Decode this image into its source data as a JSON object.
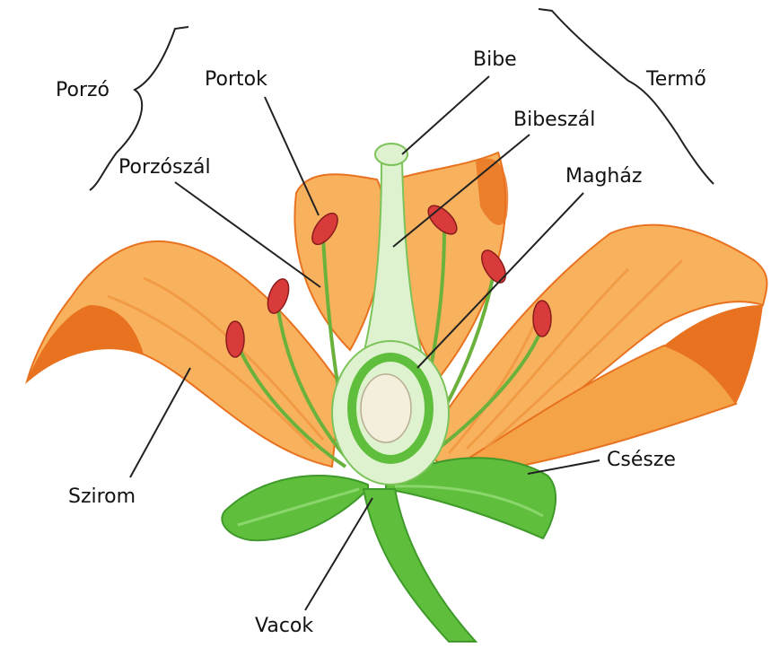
{
  "labels": {
    "porzo": "Porzó",
    "portok": "Portok",
    "porzoszal": "Porzószál",
    "bibe": "Bibe",
    "bibeszal": "Bibeszál",
    "termo": "Termő",
    "maghaz": "Magház",
    "szirom": "Szirom",
    "csesze": "Csésze",
    "vacok": "Vacok"
  },
  "colors": {
    "petal": "#f8b25e",
    "petal_dark": "#e8721f",
    "petal_vein": "#f09640",
    "sepal": "#5fbf3c",
    "sepal_dark": "#3f9a2a",
    "pistil": "#dff2d0",
    "pistil_outline": "#7cc35a",
    "anther": "#d93b3b",
    "filament": "#6bb23c",
    "ovule": "#f4eedd",
    "line": "#222222"
  }
}
